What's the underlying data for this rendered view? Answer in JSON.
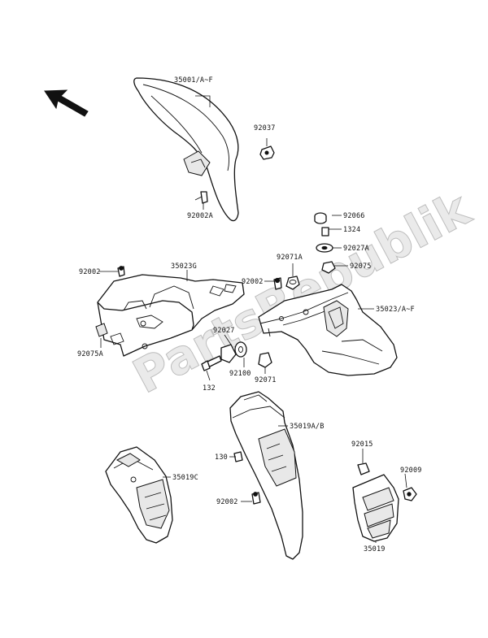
{
  "watermark": "PartsRepublik",
  "labels": {
    "l35001": "35001/A~F",
    "l92037": "92037",
    "l92002A": "92002A",
    "l92066": "92066",
    "l1324": "1324",
    "l92027A": "92027A",
    "l92071A": "92071A",
    "l92075": "92075",
    "l92002_a": "92002",
    "l35023G": "35023G",
    "l92002_b": "92002",
    "l35023": "35023/A~F",
    "l92075A": "92075A",
    "l92027": "92027",
    "l92100": "92100",
    "l92071": "92071",
    "l132": "132",
    "l35019AB": "35019A/B",
    "l130": "130",
    "l35019C": "35019C",
    "l92015": "92015",
    "l92009": "92009",
    "l92002_c": "92002",
    "l35019": "35019"
  }
}
